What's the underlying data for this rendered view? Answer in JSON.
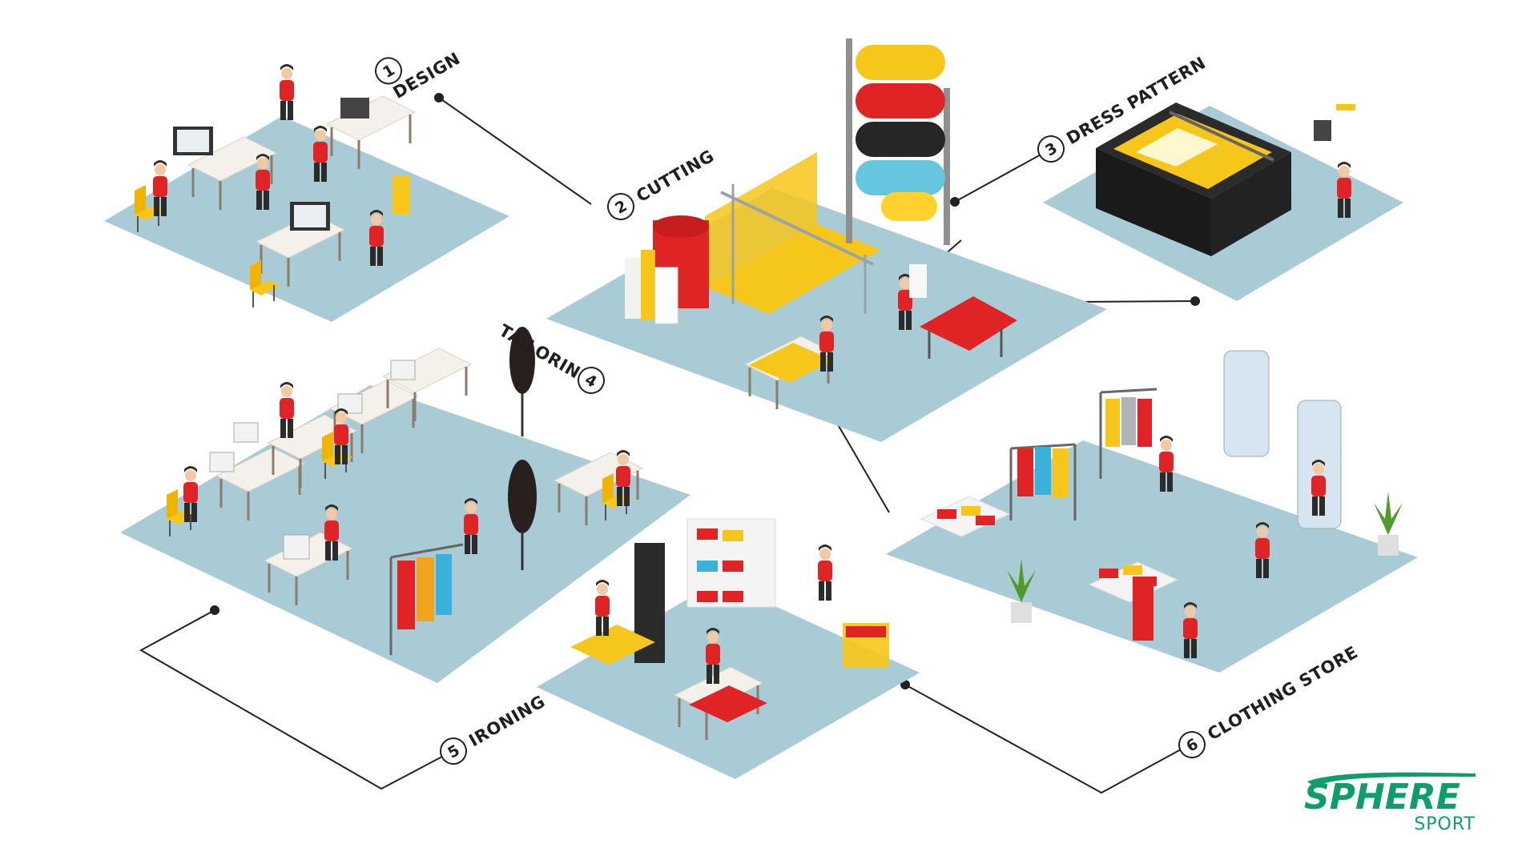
{
  "diagram": {
    "steps": [
      {
        "number": "1",
        "label": "DESIGN"
      },
      {
        "number": "2",
        "label": "CUTTING"
      },
      {
        "number": "3",
        "label": "DRESS PATTERN"
      },
      {
        "number": "4",
        "label": "TAILORING"
      },
      {
        "number": "5",
        "label": "IRONING"
      },
      {
        "number": "6",
        "label": "CLOTHING STORE"
      }
    ],
    "colors": {
      "floor": "#a9cbd6",
      "accent_yellow": "#f7c61b",
      "accent_red": "#e02426",
      "connector": "#222222"
    }
  },
  "logo": {
    "brand_main": "SPHERE",
    "brand_sub": "SPORT",
    "color": "#0e9d6b"
  }
}
